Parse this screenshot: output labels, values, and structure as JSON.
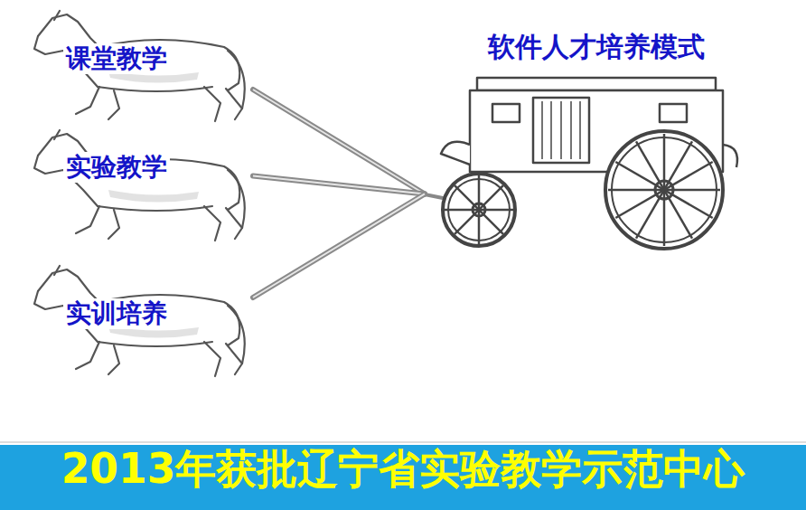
{
  "diagram": {
    "nodes": [
      {
        "text": [
          "课堂教学"
        ]
      },
      {
        "text": [
          "实验教学"
        ]
      },
      {
        "text": [
          "实训培养"
        ]
      },
      {
        "text": [
          "软件人才培养模式"
        ]
      },
      {
        "text": [
          "2013年获批辽宁省实验教学示范中心"
        ]
      }
    ],
    "edges": [
      {
        "from": 0,
        "to": 3,
        "arrow": "none"
      },
      {
        "from": 1,
        "to": 3,
        "arrow": "none"
      },
      {
        "from": 2,
        "to": 3,
        "arrow": "none"
      }
    ]
  }
}
